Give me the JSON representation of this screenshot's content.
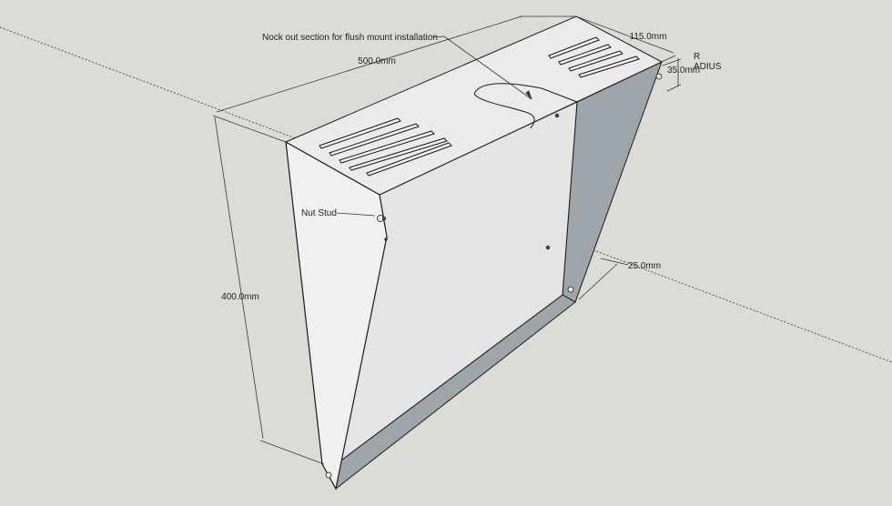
{
  "title": "",
  "dimensions": {
    "width": "500.0mm",
    "depth": "115.0mm",
    "height": "400.0mm",
    "flange": "25.0mm",
    "radius_line1": "R",
    "radius_line2": "ADIUS",
    "radius_value": "35.0mm"
  },
  "annotations": {
    "knockout": "Nock out section for flush mount installation",
    "nut_stud": "Nut Stud"
  },
  "colors": {
    "background": "#dcdcd6",
    "panel_light": "#e4e4e4",
    "panel_top": "#ebebeb",
    "panel_side": "#f0f0f0",
    "panel_shaded": "#9ea6ac",
    "edge": "#1a1a1a"
  }
}
